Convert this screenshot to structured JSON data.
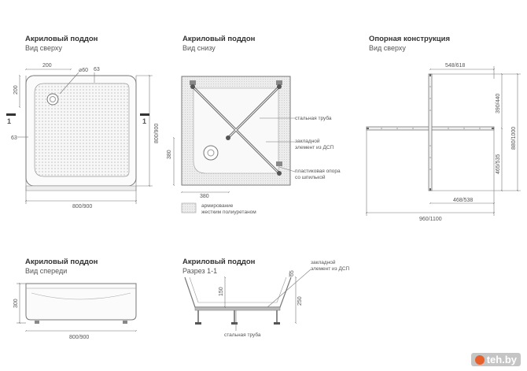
{
  "panels": {
    "top_view": {
      "title": "Акриловый поддон",
      "subtitle": "Вид сверху"
    },
    "bottom_view": {
      "title": "Акриловый поддон",
      "subtitle": "Вид снизу"
    },
    "frame": {
      "title": "Опорная конструкция",
      "subtitle": "Вид сверху"
    },
    "front_view": {
      "title": "Акриловый поддон",
      "subtitle": "Вид спереди"
    },
    "section": {
      "title": "Акриловый поддон",
      "subtitle": "Разрез 1-1"
    }
  },
  "dims": {
    "d200_top": "200",
    "d200_left": "200",
    "d60": "⌀60",
    "d63_top": "63",
    "d63_left": "63",
    "d800_900_v": "800/900",
    "d800_900_h": "800/900",
    "section_mark_left": "1",
    "section_mark_right": "1",
    "d380_v": "380",
    "d380_h": "380",
    "d548_618": "548/618",
    "d390_440": "390/440",
    "d880_1000": "880/1000",
    "d465_535": "465/535",
    "d468_538": "468/538",
    "d960_1100": "960/1100",
    "d300": "300",
    "d800_900_front": "800/900",
    "d150": "150",
    "d250": "250",
    "d65": "65"
  },
  "labels": {
    "steel_pipe": "стальная труба",
    "insert_line1": "закладной",
    "insert_line2": "элемент из ДСП",
    "support_line1": "пластиковая опора",
    "support_line2": "со шпилькой",
    "reinforce_line1": "армирование",
    "reinforce_line2": "жестким полиуретаном",
    "section_insert_line1": "закладной",
    "section_insert_line2": "элемент из ДСП",
    "section_pipe": "стальная труба"
  },
  "watermark": {
    "text": "teh.by"
  }
}
